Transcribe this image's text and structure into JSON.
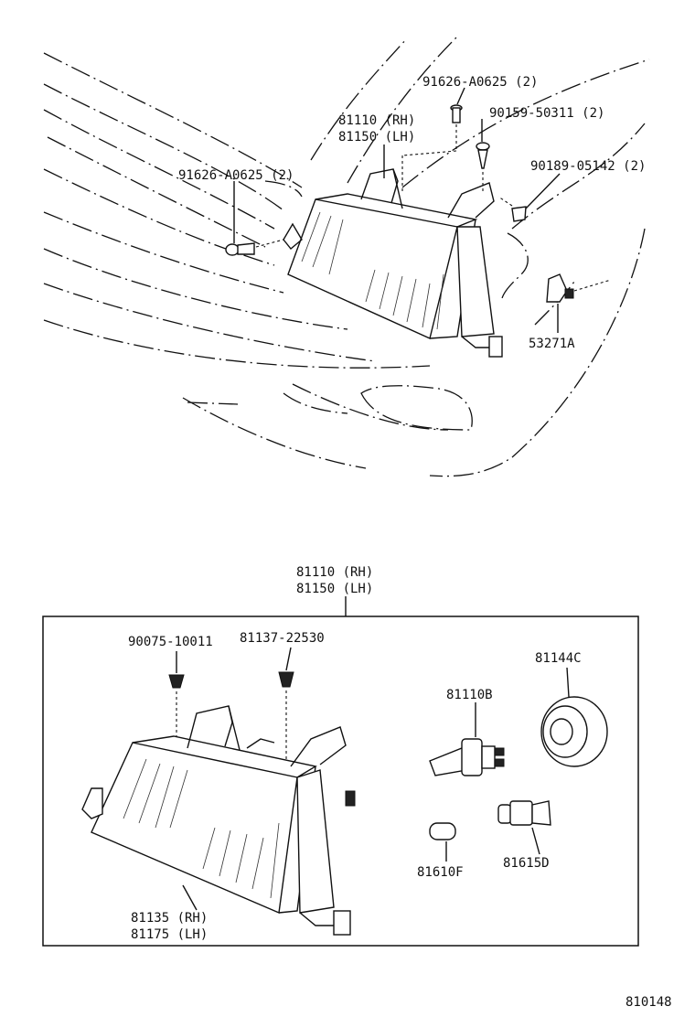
{
  "diagram_number": "810148",
  "upper_assembly": {
    "housing_rh": "81110 (RH)",
    "housing_lh": "81150 (LH)",
    "bolt_top": "91626-A0625 (2)",
    "screw": "90159-50311 (2)",
    "clip_nut": "90189-05142 (2)",
    "bolt_left": "91626-A0625 (2)",
    "bracket": "53271A"
  },
  "lower_assembly": {
    "housing_rh": "81110 (RH)",
    "housing_lh": "81150 (LH)",
    "clip_a": "90075-10011",
    "clip_b": "81137-22530",
    "socket_cover": "81144C",
    "headlamp_bulb": "81110B",
    "lens_rh": "81135 (RH)",
    "lens_lh": "81175 (LH)",
    "side_bulb": "81610F",
    "bulb_socket": "81615D"
  }
}
